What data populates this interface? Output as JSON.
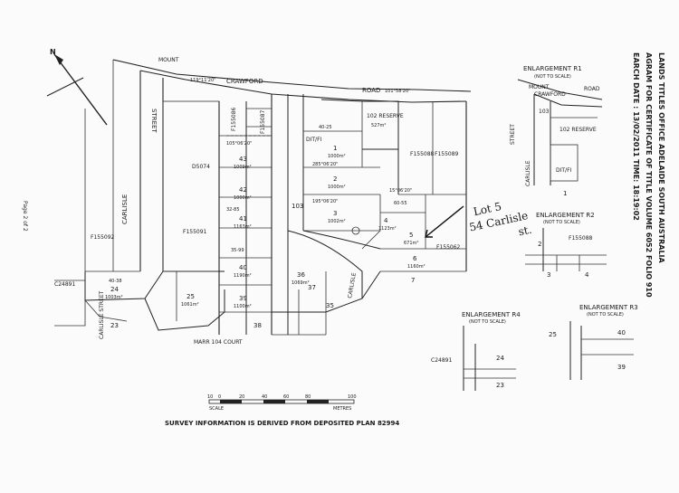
{
  "header": {
    "line1": "LANDS TITLES OFFICE ADELAIDE SOUTH AUSTRALIA",
    "line2": "AGRAM FOR CERTIFICATE OF TITLE VOLUME 6052 FOLIO 910",
    "line3": "EARCH DATE : 13/02/2011 TIME: 18:19:02"
  },
  "page_note": "Page 2 of 2",
  "north_label": "N",
  "roads": {
    "mount": "MOUNT",
    "crawford": "CRAWFORD",
    "road": "ROAD",
    "carlisle": "CARLISLE",
    "street": "STREET",
    "marr_court": "MARR 104 COURT",
    "carlisle_street_lower": "CARLISLE STREET",
    "carlisle_lower": "CARLISLE"
  },
  "parcels": {
    "f155086": "F155086",
    "f155087": "F155087",
    "d5074": "D5074",
    "f155091": "F155091",
    "f155092": "F155092",
    "f155088": "F155088",
    "f155089": "F155089",
    "f155062": "F155062",
    "c24891": "C24891",
    "reserve": "102 RESERVE",
    "reserve_area": "527m²",
    "dit_fi": "DIT/FI",
    "lot43": "43",
    "lot43_area": "1009m²",
    "lot42": "42",
    "lot42_area": "1000m²",
    "lot41": "41",
    "lot41_area": "1163m²",
    "lot40": "40",
    "lot40_area": "1190m²",
    "lot39": "39",
    "lot39_area": "1100m²",
    "lot38": "38",
    "lot37": "37",
    "lot36": "36",
    "lot36_area": "1069m²",
    "lot35": "35",
    "lot25": "25",
    "lot25_area": "1061m²",
    "lot24": "24",
    "lot24_area": "1003m²",
    "lot23": "23",
    "lot1": "1",
    "lot1_area": "1000m²",
    "lot2": "2",
    "lot2_area": "1000m²",
    "lot3": "3",
    "lot3_area": "1002m²",
    "lot4": "4",
    "lot4_area": "1123m²",
    "lot5": "5",
    "lot5_area": "671m²",
    "lot6": "6",
    "lot6_area": "1160m²",
    "lot7": "7",
    "lot103": "103"
  },
  "annotation": {
    "line1": "Lot 5",
    "line2": "54 Carlisle",
    "line3": "st."
  },
  "scale": {
    "ticks": [
      "10",
      "0",
      "20",
      "40",
      "60",
      "80",
      "100"
    ],
    "label": "SCALE",
    "units": "METRES"
  },
  "footer": "SURVEY INFORMATION IS DERIVED FROM DEPOSITED PLAN 82994",
  "enlargements": {
    "r1_title": "ENLARGEMENT R1",
    "r2_title": "ENLARGEMENT R2",
    "r3_title": "ENLARGEMENT R3",
    "r4_title": "ENLARGEMENT R4",
    "not_to_scale": "(NOT TO SCALE)",
    "r1_mount": "MOUNT",
    "r1_crawford": "CRAWFORD",
    "r1_road": "ROAD",
    "r1_reserve": "102 RESERVE",
    "r1_103": "103",
    "r1_carlisle": "CARLISLE",
    "r1_street": "STREET",
    "r1_dit": "DIT/FI",
    "r1_1": "1",
    "r2_f": "F155088",
    "r2_2": "2",
    "r2_3": "3",
    "r2_4": "4",
    "r3_25": "25",
    "r3_40": "40",
    "r3_39": "39",
    "r4_c": "C24891",
    "r4_24": "24",
    "r4_23": "23"
  },
  "bearings": {
    "b1": "119°11'20\"",
    "b2": "105°06'20\"",
    "b3": "285°06'20\"",
    "b4": "195°06'20\"",
    "b5": "15°06'20\"",
    "b6": "101°58'20\"",
    "d1": "40-25",
    "d2": "40-38",
    "d3": "32-85",
    "d4": "35-99",
    "d5": "60-55"
  }
}
